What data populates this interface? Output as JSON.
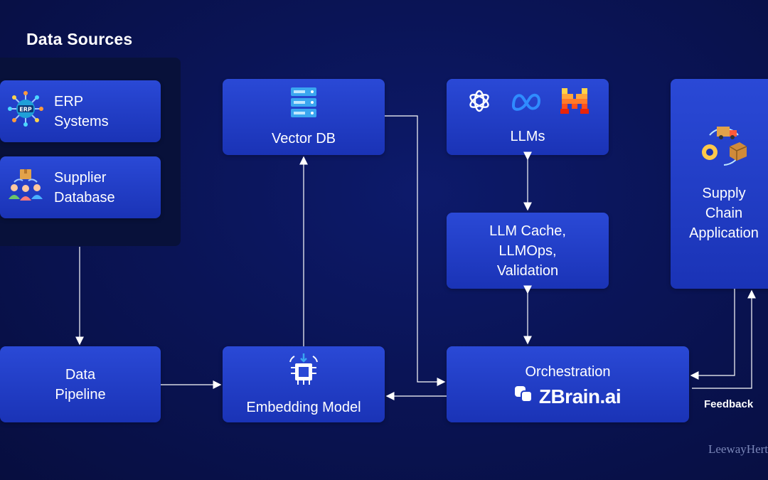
{
  "title": "Data Sources",
  "sources": [
    {
      "label": "ERP\nSystems",
      "icon": "erp-icon"
    },
    {
      "label": "Supplier\nDatabase",
      "icon": "supplier-icon"
    }
  ],
  "nodes": {
    "vector_db": "Vector DB",
    "llms": "LLMs",
    "llm_cache": "LLM Cache,\nLLMOps,\nValidation",
    "supply_chain": "Supply\nChain\nApplication",
    "data_pipeline": "Data\nPipeline",
    "embedding_model": "Embedding Model",
    "orchestration": "Orchestration",
    "zbrain_logo": "ZBrain.ai"
  },
  "llm_icons": [
    "openai-icon",
    "meta-icon",
    "mistral-icon"
  ],
  "feedback": "Feedback",
  "watermark": "LeewayHertz",
  "colors": {
    "box": "#2a49d6",
    "background": "#0a1456",
    "panel": "#08113a",
    "line": "#ffffff"
  }
}
